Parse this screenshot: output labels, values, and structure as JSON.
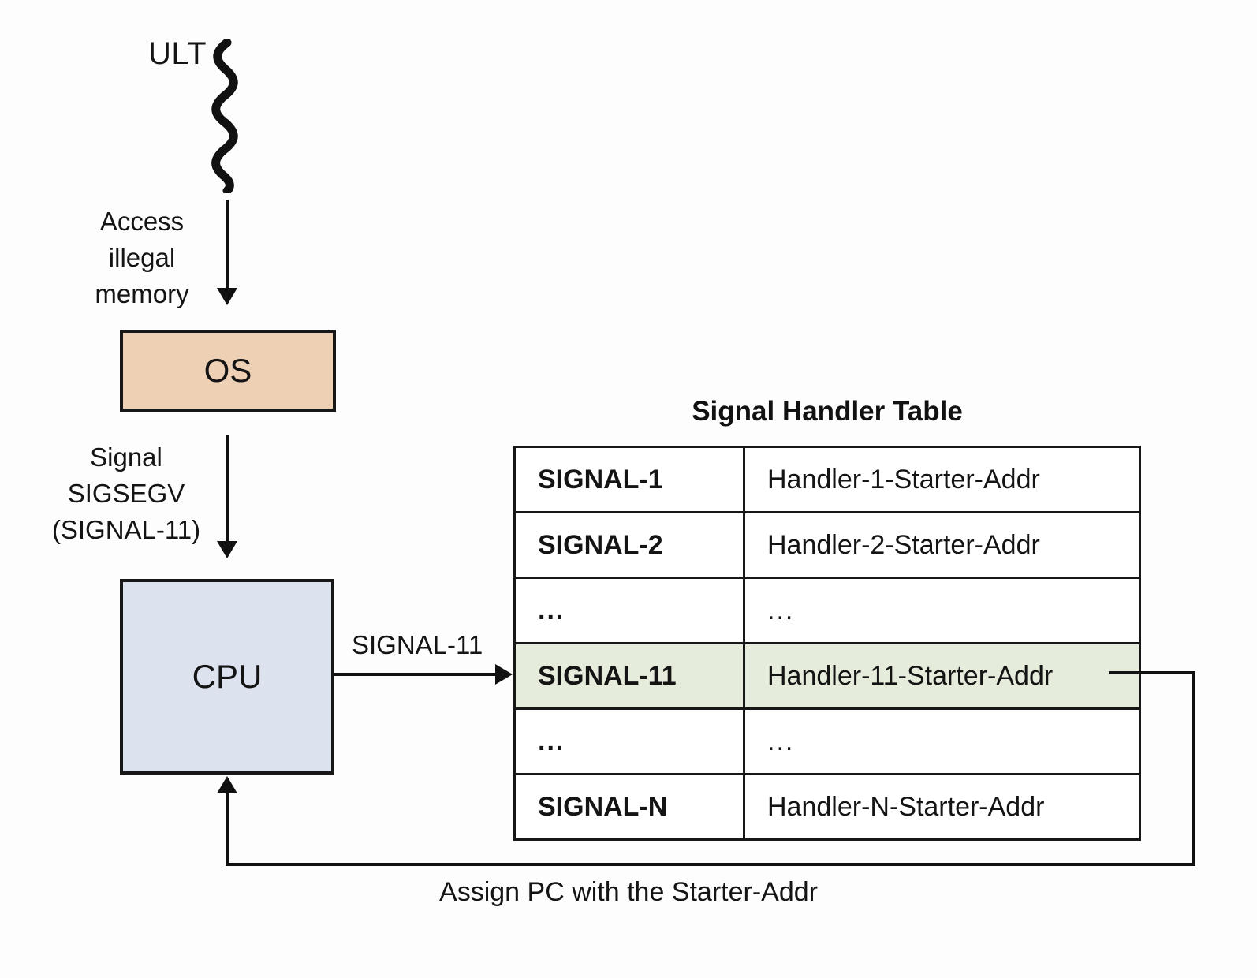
{
  "diagram": {
    "thread": {
      "label": "ULT",
      "squiggle_icon": "thread-squiggle-icon"
    },
    "edges": {
      "illegal_memory": {
        "line1": "Access",
        "line2": "illegal",
        "line3": "memory"
      },
      "signal_to_cpu": {
        "line1": "Signal",
        "line2": "SIGSEGV",
        "line3": "(SIGNAL-11)"
      },
      "cpu_to_table": "SIGNAL-11",
      "feedback": "Assign PC with the Starter-Addr"
    },
    "nodes": {
      "os": "OS",
      "cpu": "CPU"
    },
    "table": {
      "title": "Signal Handler Table",
      "rows": [
        {
          "signal": "SIGNAL-1",
          "handler": "Handler-1-Starter-Addr",
          "highlighted": false
        },
        {
          "signal": "SIGNAL-2",
          "handler": "Handler-2-Starter-Addr",
          "highlighted": false
        },
        {
          "signal": "...",
          "handler": "...",
          "highlighted": false
        },
        {
          "signal": "SIGNAL-11",
          "handler": "Handler-11-Starter-Addr",
          "highlighted": true
        },
        {
          "signal": "...",
          "handler": "...",
          "highlighted": false
        },
        {
          "signal": "SIGNAL-N",
          "handler": "Handler-N-Starter-Addr",
          "highlighted": false
        }
      ]
    },
    "colors": {
      "os_fill": "#eed0b5",
      "cpu_fill": "#dde2ef",
      "highlight_fill": "#e6ecdb",
      "stroke": "#171717"
    }
  }
}
